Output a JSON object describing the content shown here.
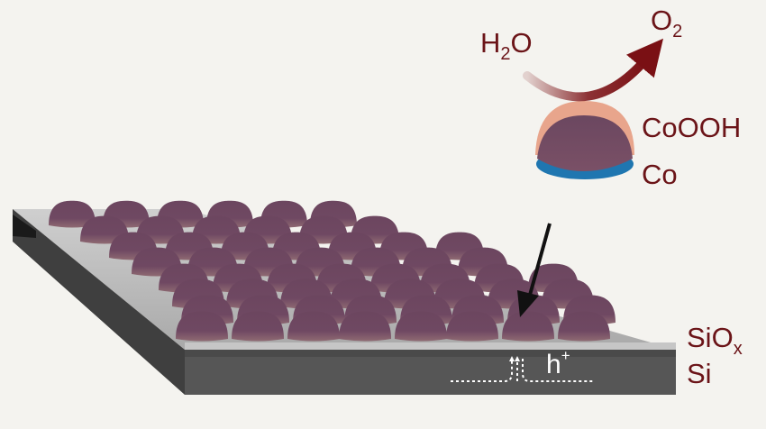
{
  "reaction": {
    "reactant_main": "H",
    "reactant_sub": "2",
    "reactant_tail": "O",
    "product_main": "O",
    "product_sub": "2"
  },
  "particle_layers": {
    "shell_label": "CoOOH",
    "core_label": "Co"
  },
  "substrate": {
    "oxide_main": "SiO",
    "oxide_sub": "x",
    "bulk_label": "Si",
    "carrier_main": "h",
    "carrier_sup": "+"
  },
  "colors": {
    "background": "#f4f3ef",
    "label_text": "#6b1418",
    "arrow_curve": "#7a1014",
    "particle": "#6e4660",
    "shell": "#e8a58c",
    "core_base": "#1f76b0",
    "oxide_top": "#b7b7b7",
    "silicon_side": "#565656"
  }
}
